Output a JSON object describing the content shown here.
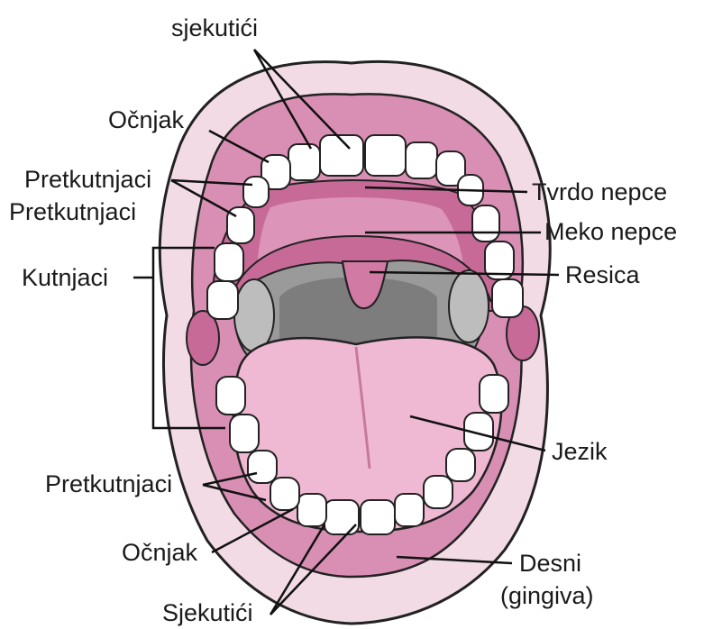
{
  "labels": {
    "sjekutici_top": "sjekutići",
    "ocnjak_top": "Očnjak",
    "pretkutnjaci_top1": "Pretkutnjaci",
    "pretkutnjaci_top2": "Pretkutnjaci",
    "kutnjaci": "Kutnjaci",
    "pretkutnjaci_bottom": "Pretkutnjaci",
    "ocnjak_bottom": "Očnjak",
    "sjekutici_bottom": "Sjekutići",
    "tvrdo_nepce": "Tvrdo nepce",
    "meko_nepce": "Meko nepce",
    "resica": "Resica",
    "jezik": "Jezik",
    "desni": "Desni",
    "gingiva": "(gingiva)"
  },
  "colors": {
    "lip": "#f2dbe5",
    "gum": "#d98fb4",
    "palate": "#c76a98",
    "palate_light": "#e6a8c6",
    "tongue": "#f0b9d3",
    "throat": "#9a9a9a",
    "tooth": "#ffffff",
    "outline": "#222222"
  }
}
